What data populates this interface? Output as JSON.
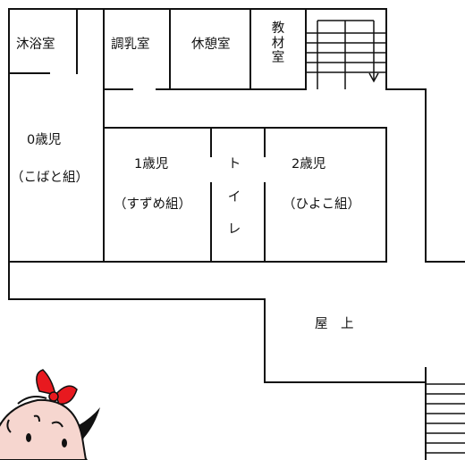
{
  "rooms": {
    "bath": "沐浴室",
    "formula": "調乳室",
    "rest": "休憩室",
    "materials": [
      "教",
      "材",
      "室"
    ],
    "age0": {
      "age": "0歳児",
      "group": "（こばと組）"
    },
    "age1": {
      "age": "1歳児",
      "group": "（すずめ組）"
    },
    "toilet": [
      "ト",
      "イ",
      "レ"
    ],
    "age2": {
      "age": "2歳児",
      "group": "（ひよこ組）"
    },
    "rooftop": "屋　上"
  },
  "mascot": {
    "bow_color": "#e8191f",
    "skin_color": "#f6d6cf",
    "hair_color": "#111111"
  }
}
